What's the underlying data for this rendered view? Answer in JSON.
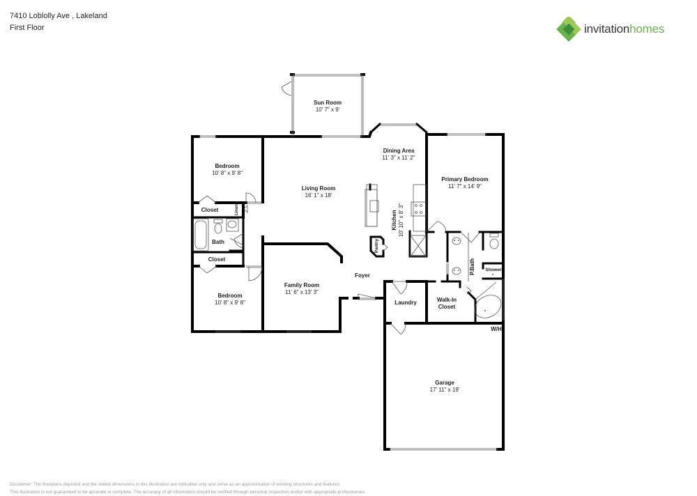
{
  "header": {
    "address": "7410 Loblolly Ave , Lakeland",
    "floor": "First Floor"
  },
  "logo": {
    "word1": "invitation",
    "word2": "homes",
    "colors": {
      "dark_green": "#3e8e3a",
      "mid_green": "#6ab04c",
      "light_green": "#9cc95a",
      "text_gray": "#333333"
    }
  },
  "rooms": {
    "sun_room": {
      "name": "Sun Room",
      "dims": "10' 7\" x 9'"
    },
    "dining_area": {
      "name": "Dining Area",
      "dims": "11' 3\" x 11' 2\""
    },
    "bedroom_top": {
      "name": "Bedroom",
      "dims": "10' 8\" x 9' 8\""
    },
    "living_room": {
      "name": "Living Room",
      "dims": "16' 1\" x 18'"
    },
    "primary_bedroom": {
      "name": "Primary Bedroom",
      "dims": "11' 7\" x 14' 9\""
    },
    "kitchen": {
      "name": "Kitchen",
      "dims": "10' 10\" x 8' 3\""
    },
    "closet_top": {
      "name": "Closet"
    },
    "linen": {
      "name": "Linen"
    },
    "bath": {
      "name": "Bath"
    },
    "closet_bottom": {
      "name": "Closet"
    },
    "pantry": {
      "name": "Pantry"
    },
    "p_bath": {
      "name": "P.Bath"
    },
    "shower": {
      "name": "Shower"
    },
    "bedroom_bottom": {
      "name": "Bedroom",
      "dims": "10' 8\" x 9' 8\""
    },
    "family_room": {
      "name": "Family Room",
      "dims": "11' 6\" x 13' 3\""
    },
    "foyer": {
      "name": "Foyer"
    },
    "laundry": {
      "name": "Laundry"
    },
    "walk_in_closet": {
      "name": "Walk-In Closet",
      "line1": "Walk-In",
      "line2": "Closet"
    },
    "water_heater": {
      "name": "W/H"
    },
    "garage": {
      "name": "Garage",
      "dims": "17' 11\" x 19'"
    }
  },
  "disclaimer": {
    "line1": "Disclaimer: The floorplans depicted and the stated dimensions in this illustration are indicative only and serve as an approximation of existing structures and features.",
    "line2": "This illustration is not guaranteed to be accurate or complete. The accuracy of all information should be verified through personal inspection and/or with appropriate professionals."
  }
}
